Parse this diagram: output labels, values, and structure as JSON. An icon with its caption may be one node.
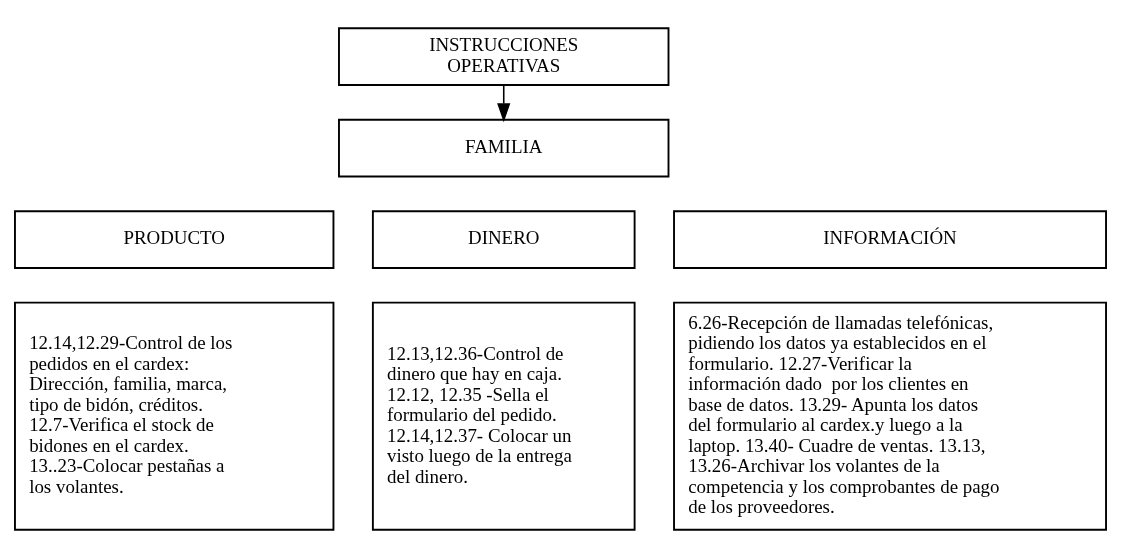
{
  "diagram": {
    "nodes": [
      {
        "text": [
          "INSTRUCCIONES OPERATIVAS"
        ]
      },
      {
        "text": [
          "FAMILIA"
        ]
      },
      {
        "text": [
          "PRODUCTO"
        ]
      },
      {
        "text": [
          "DINERO"
        ]
      },
      {
        "text": [
          "INFORMACIÓN"
        ]
      },
      {
        "text": [
          "12.14,12.29-Control de los pedidos en el cardex: Dirección, familia, marca, tipo de bidón, créditos. 12.7-Verifica el stock de bidones en el cardex. 13..23-Colocar pestañas a los volantes."
        ]
      },
      {
        "text": [
          "12.13,12.36-Control de dinero que hay en caja. 12.12, 12.35 -Sella el formulario del pedido. 12.14,12.37- Colocar un visto luego de la entrega del dinero."
        ]
      },
      {
        "text": [
          "6.26-Recepción de llamadas telefónicas, pidiendo los datos ya establecidos en el formulario. 12.27-Verificar la información dado  por los clientes en  base de datos. 13.29- Apunta los datos del formulario al cardex.y luego a la laptop. 13.40- Cuadre de ventas. 13.13, 13.26-Archivar los volantes de la competencia y los comprobantes de pago de los proveedores."
        ]
      }
    ],
    "edges": [
      {
        "from": 0,
        "to": 1,
        "arrow": "to"
      }
    ]
  }
}
